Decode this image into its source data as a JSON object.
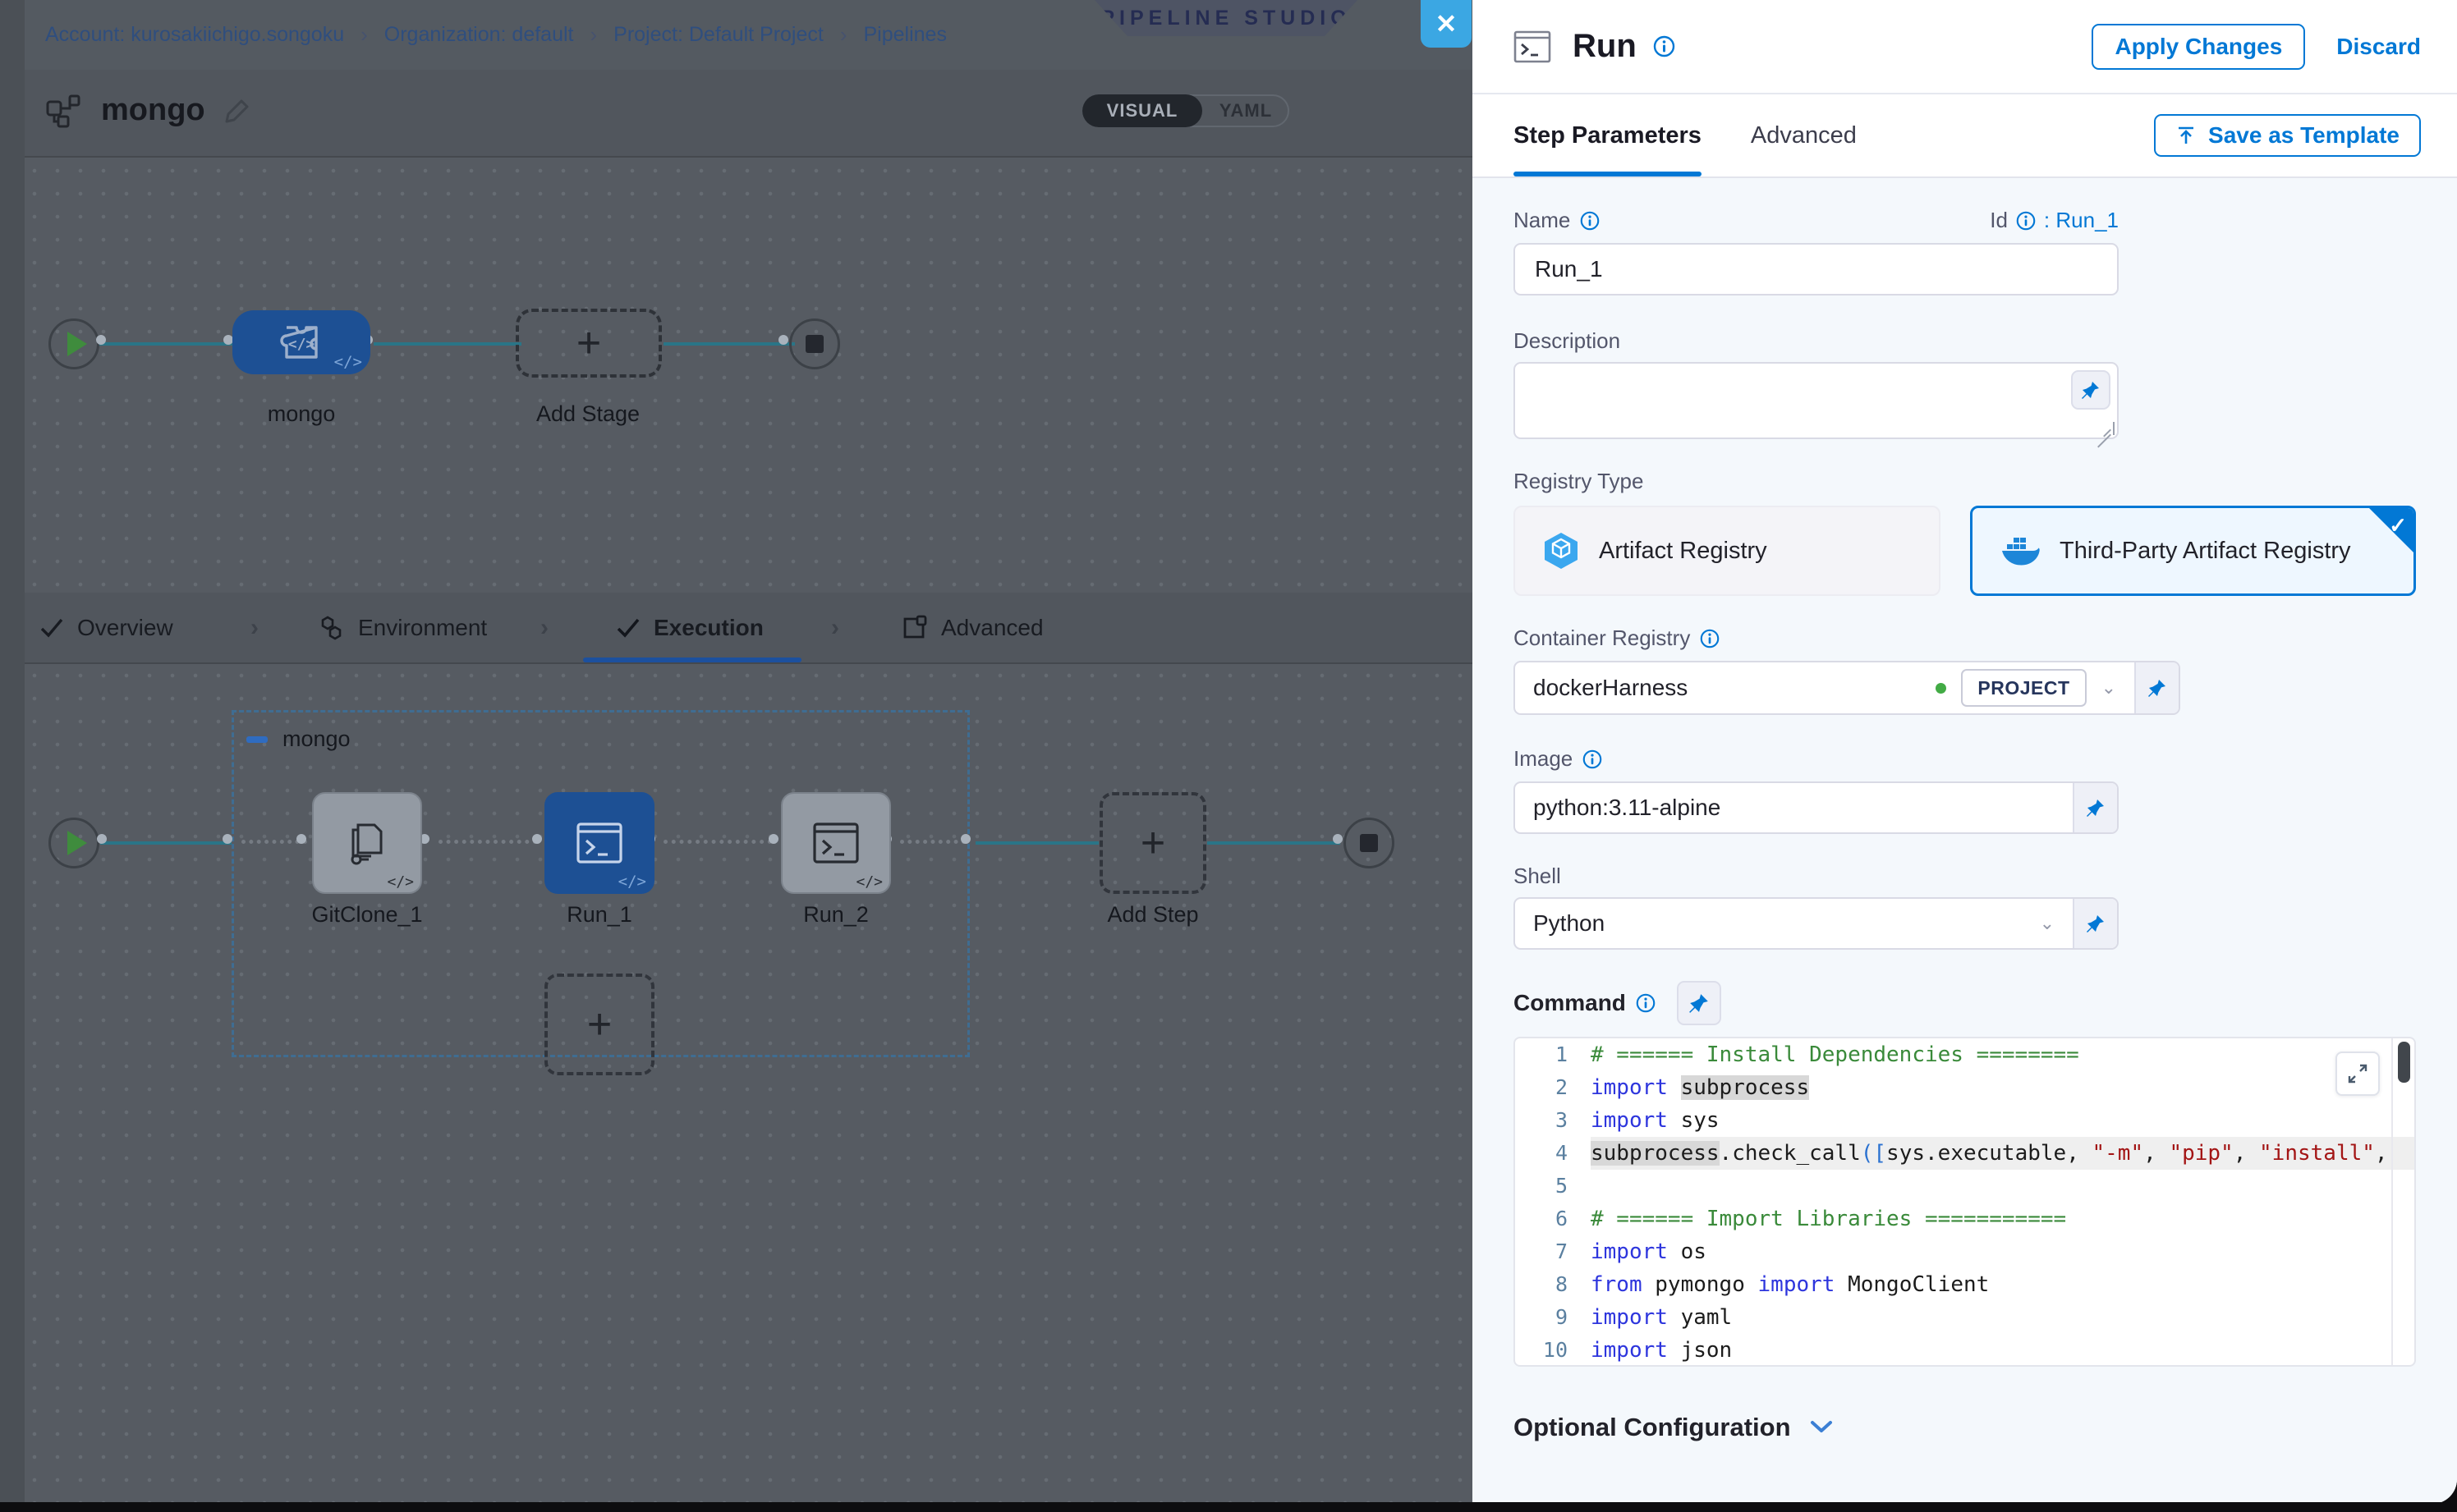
{
  "colors": {
    "accent": "#0278d5",
    "selected_node_blue": "#1d5094",
    "connector_teal": "#2a7587",
    "close_button_blue": "#3ba7e3",
    "code_keyword": "#2d35dd",
    "code_string": "#a31515",
    "code_comment": "#3a8a3a",
    "scope_dot_green": "#42ab45"
  },
  "breadcrumb": {
    "items": [
      {
        "label": "Account: kurosakiichigo.songoku"
      },
      {
        "label": "Organization: default"
      },
      {
        "label": "Project: Default Project"
      },
      {
        "label": "Pipelines"
      }
    ],
    "separator": "›"
  },
  "studio": {
    "badge": "PIPELINE STUDIO",
    "close_icon": "✕",
    "pipeline_name": "mongo",
    "toggle": {
      "visual": "VISUAL",
      "yaml": "YAML",
      "selected": "VISUAL"
    }
  },
  "stage_graph": {
    "stage_label": "mongo",
    "add_stage_label": "Add Stage",
    "stage_corner_glyph": "</>"
  },
  "left_tabs": {
    "items": [
      {
        "label": "Overview"
      },
      {
        "label": "Environment"
      },
      {
        "label": "Execution",
        "active": true
      },
      {
        "label": "Advanced"
      }
    ],
    "separator": "›"
  },
  "execution_graph": {
    "group_label": "mongo",
    "steps": [
      {
        "label": "GitClone_1"
      },
      {
        "label": "Run_1",
        "selected": true
      },
      {
        "label": "Run_2"
      }
    ],
    "add_step_label": "Add Step",
    "plus_glyph": "+",
    "corner_glyph": "</>"
  },
  "panel": {
    "title": "Run",
    "apply_label": "Apply Changes",
    "discard_label": "Discard",
    "tabs": [
      {
        "label": "Step Parameters",
        "active": true
      },
      {
        "label": "Advanced"
      }
    ],
    "save_template_label": "Save as Template",
    "fields": {
      "name_label": "Name",
      "name_value": "Run_1",
      "id_label": "Id",
      "id_value": ": Run_1",
      "description_label": "Description",
      "registry_type_label": "Registry Type",
      "registry_option_1": "Artifact Registry",
      "registry_option_2": "Third-Party Artifact Registry",
      "selected_check": "✓",
      "container_registry_label": "Container Registry",
      "container_registry_value": "dockerHarness",
      "scope_badge": "PROJECT",
      "image_label": "Image",
      "image_value": "python:3.11-alpine",
      "shell_label": "Shell",
      "shell_value": "Python",
      "command_label": "Command",
      "optional_configuration_label": "Optional Configuration",
      "dropdown_glyph": "⌄"
    },
    "code": {
      "lines": [
        {
          "n": "1",
          "segs": [
            {
              "c": "cm",
              "t": "# ====== Install Dependencies ========"
            }
          ]
        },
        {
          "n": "2",
          "segs": [
            {
              "c": "kw",
              "t": "import"
            },
            {
              "c": "pl",
              "t": " "
            },
            {
              "c": "hl",
              "t": "subprocess"
            }
          ]
        },
        {
          "n": "3",
          "segs": [
            {
              "c": "kw",
              "t": "import"
            },
            {
              "c": "pl",
              "t": " sys"
            }
          ]
        },
        {
          "n": "4",
          "active": true,
          "segs": [
            {
              "c": "hl",
              "t": "subprocess"
            },
            {
              "c": "pl",
              "t": ".check_call"
            },
            {
              "c": "br",
              "t": "(["
            },
            {
              "c": "pl",
              "t": "sys.executable, "
            },
            {
              "c": "st",
              "t": "\"-m\""
            },
            {
              "c": "pl",
              "t": ", "
            },
            {
              "c": "st",
              "t": "\"pip\""
            },
            {
              "c": "pl",
              "t": ", "
            },
            {
              "c": "st",
              "t": "\"install\""
            },
            {
              "c": "pl",
              "t": ","
            }
          ]
        },
        {
          "n": "5",
          "segs": []
        },
        {
          "n": "6",
          "segs": [
            {
              "c": "cm",
              "t": "# ====== Import Libraries ==========="
            }
          ]
        },
        {
          "n": "7",
          "segs": [
            {
              "c": "kw",
              "t": "import"
            },
            {
              "c": "pl",
              "t": " os"
            }
          ]
        },
        {
          "n": "8",
          "segs": [
            {
              "c": "kw",
              "t": "from"
            },
            {
              "c": "pl",
              "t": " pymongo "
            },
            {
              "c": "kw",
              "t": "import"
            },
            {
              "c": "pl",
              "t": " MongoClient"
            }
          ]
        },
        {
          "n": "9",
          "segs": [
            {
              "c": "kw",
              "t": "import"
            },
            {
              "c": "pl",
              "t": " yaml"
            }
          ]
        },
        {
          "n": "10",
          "segs": [
            {
              "c": "kw",
              "t": "import"
            },
            {
              "c": "pl",
              "t": " json"
            }
          ]
        }
      ]
    }
  }
}
